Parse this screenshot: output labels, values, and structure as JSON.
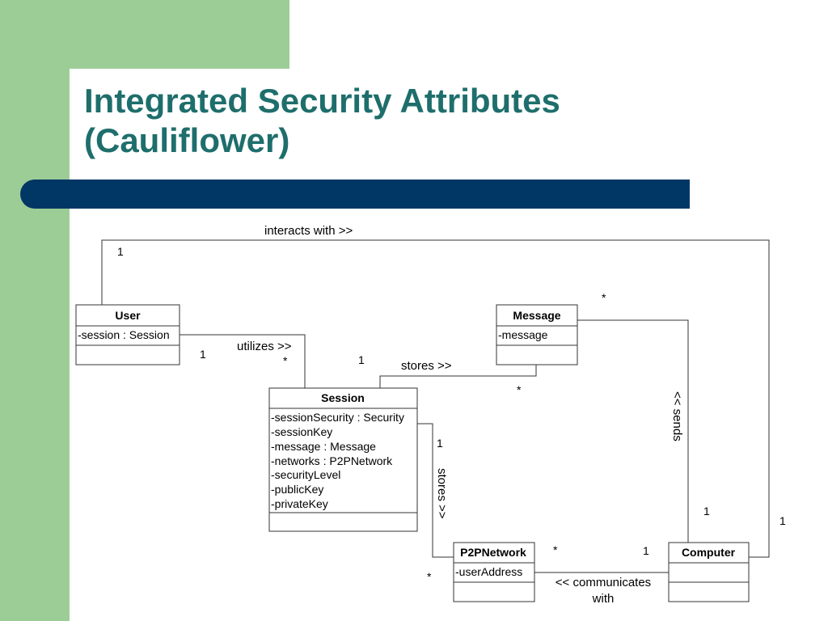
{
  "slide": {
    "title_line1": "Integrated Security Attributes",
    "title_line2": "(Cauliflower)"
  },
  "colors": {
    "title": "#1e6e6c",
    "side_band": "#9dcd97",
    "bar": "#003764"
  },
  "classes": {
    "user": {
      "name": "User",
      "attributes": [
        "-session : Session"
      ]
    },
    "message": {
      "name": "Message",
      "attributes": [
        "-message"
      ]
    },
    "session": {
      "name": "Session",
      "attributes": [
        "-sessionSecurity : Security",
        "-sessionKey",
        "-message : Message",
        "-networks : P2PNetwork",
        "-securityLevel",
        "-publicKey",
        "-privateKey"
      ]
    },
    "p2pnetwork": {
      "name": "P2PNetwork",
      "attributes": [
        "-userAddress"
      ]
    },
    "computer": {
      "name": "Computer",
      "attributes": []
    }
  },
  "associations": {
    "interacts": {
      "label": "interacts with >>",
      "user_end": "1",
      "computer_end": "1"
    },
    "utilizes": {
      "label": "utilizes >>",
      "user_end": "1",
      "session_end": "*"
    },
    "stores_message": {
      "label": "stores >>",
      "session_end": "1",
      "message_end": "*"
    },
    "sends": {
      "label": "<< sends",
      "message_end": "*",
      "computer_end": "1"
    },
    "stores_network": {
      "label": "stores >>",
      "session_end": "1",
      "network_end": "*"
    },
    "communicates": {
      "label_line1": "<< communicates",
      "label_line2": "with",
      "network_end": "*",
      "computer_end": "1"
    }
  }
}
